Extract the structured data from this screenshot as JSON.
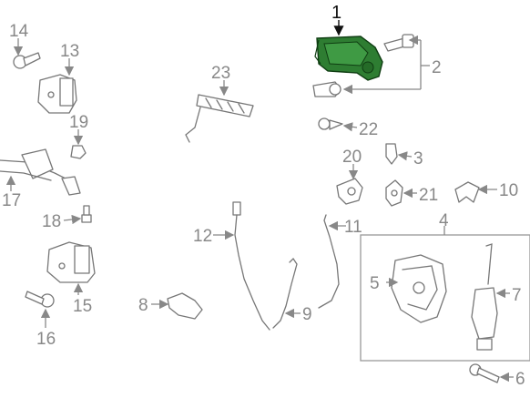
{
  "callouts": {
    "c1": "1",
    "c2": "2",
    "c3": "3",
    "c4": "4",
    "c5": "5",
    "c6": "6",
    "c7": "7",
    "c8": "8",
    "c9": "9",
    "c10": "10",
    "c11": "11",
    "c12": "12",
    "c13": "13",
    "c14": "14",
    "c15": "15",
    "c16": "16",
    "c17": "17",
    "c18": "18",
    "c19": "19",
    "c20": "20",
    "c21": "21",
    "c22": "22",
    "c23": "23"
  },
  "colors": {
    "highlight_part": "#2e7d32",
    "line_art": "#777777",
    "callout_text": "#888888",
    "primary_callout_text": "#111111"
  }
}
